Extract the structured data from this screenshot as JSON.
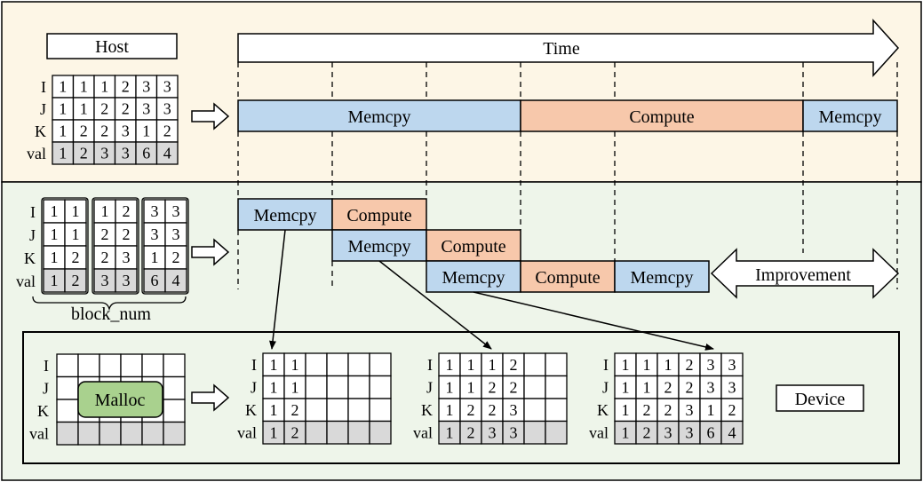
{
  "host_label": "Host",
  "device_label": "Device",
  "time_label": "Time",
  "improvement_label": "Improvement",
  "block_label": "block_num",
  "malloc_label": "Malloc",
  "row_labels": [
    "I",
    "J",
    "K",
    "val"
  ],
  "memcpy_label": "Memcpy",
  "compute_label": "Compute",
  "host_matrix": [
    [
      "1",
      "1",
      "1",
      "2",
      "3",
      "3"
    ],
    [
      "1",
      "1",
      "2",
      "2",
      "3",
      "3"
    ],
    [
      "1",
      "2",
      "2",
      "3",
      "1",
      "2"
    ],
    [
      "1",
      "2",
      "3",
      "3",
      "6",
      "4"
    ]
  ],
  "blocks": [
    [
      [
        "1",
        "1"
      ],
      [
        "1",
        "1"
      ],
      [
        "1",
        "2"
      ],
      [
        "1",
        "2"
      ]
    ],
    [
      [
        "1",
        "2"
      ],
      [
        "2",
        "2"
      ],
      [
        "2",
        "3"
      ],
      [
        "3",
        "3"
      ]
    ],
    [
      [
        "3",
        "3"
      ],
      [
        "3",
        "3"
      ],
      [
        "1",
        "2"
      ],
      [
        "6",
        "4"
      ]
    ]
  ],
  "device_stages": [
    [
      [
        "1",
        "1"
      ],
      [
        "1",
        "1"
      ],
      [
        "1",
        "2"
      ],
      [
        "1",
        "2"
      ]
    ],
    [
      [
        "1",
        "1",
        "1",
        "2"
      ],
      [
        "1",
        "1",
        "2",
        "2"
      ],
      [
        "1",
        "2",
        "2",
        "3"
      ],
      [
        "1",
        "2",
        "3",
        "3"
      ]
    ],
    [
      [
        "1",
        "1",
        "1",
        "2",
        "3",
        "3"
      ],
      [
        "1",
        "1",
        "2",
        "2",
        "3",
        "3"
      ],
      [
        "1",
        "2",
        "2",
        "3",
        "1",
        "2"
      ],
      [
        "1",
        "2",
        "3",
        "3",
        "6",
        "4"
      ]
    ]
  ],
  "colors": {
    "host_bg": "#fdf6e6",
    "device_bg": "#eef5ea",
    "memcpy": "#bdd7ee",
    "compute": "#f7c8ab",
    "malloc": "#a9d18e",
    "val_row": "#d9d9d9"
  }
}
